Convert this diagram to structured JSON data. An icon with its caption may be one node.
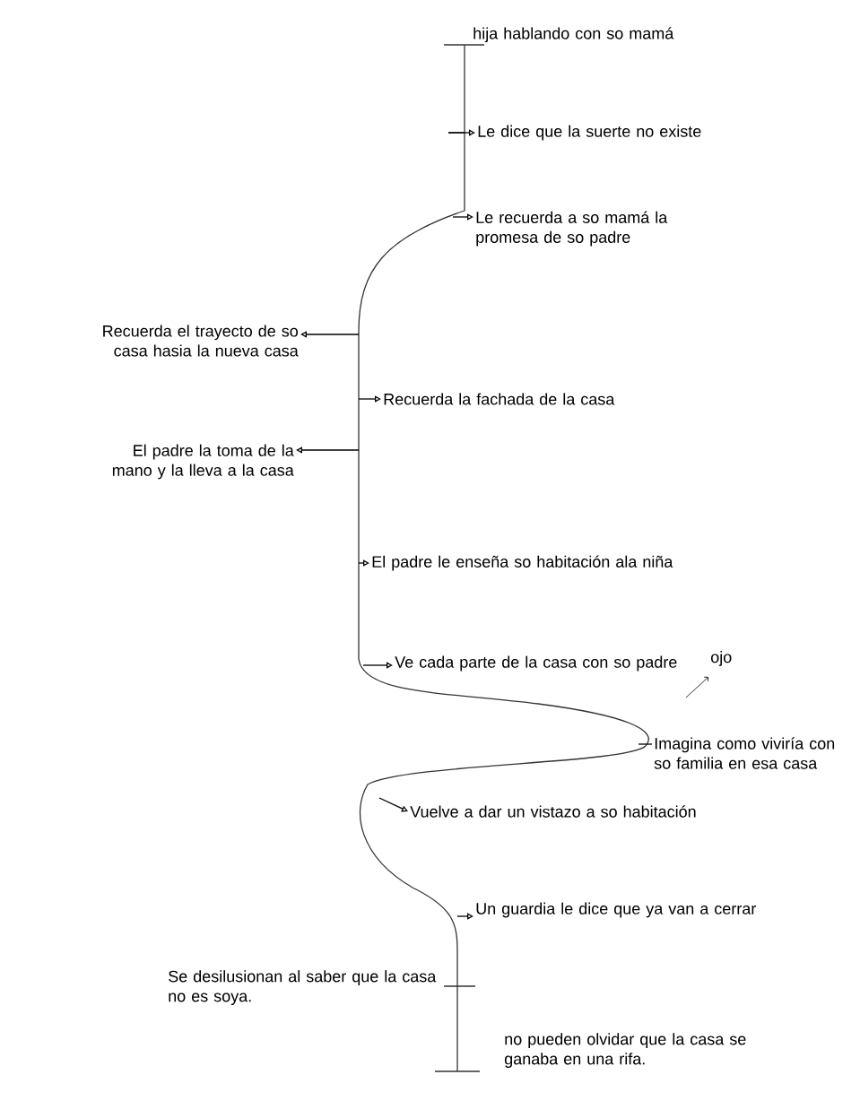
{
  "diagram": {
    "nodes": [
      {
        "text": [
          "Le dice que la suerte no existe"
        ]
      },
      {
        "text": [
          "Le recuerda a so mamá la promesa de so padre"
        ]
      },
      {
        "text": [
          "Recuerda el trayecto de so casa hasia la nueva casa"
        ]
      },
      {
        "text": [
          "Recuerda la fachada de la casa"
        ]
      },
      {
        "text": [
          "El padre la toma de la mano y la lleva a la casa"
        ]
      },
      {
        "text": [
          "El padre le enseña so habitación ala niña"
        ]
      },
      {
        "text": [
          "Ve cada parte de la casa con so padre"
        ]
      },
      {
        "text": [
          "Imagina como viviría con so familia en esa casa"
        ]
      },
      {
        "text": [
          "Vuelve a dar un vistazo a so habitación"
        ]
      },
      {
        "text": [
          "Un guardia le dice que ya van a cerrar"
        ]
      }
    ],
    "edges": [
      {
        "from": null,
        "to": 0,
        "arrow": "to"
      },
      {
        "from": null,
        "to": 1,
        "arrow": "to"
      },
      {
        "from": null,
        "to": 2,
        "arrow": "to"
      },
      {
        "from": null,
        "to": 3,
        "arrow": "to"
      },
      {
        "from": null,
        "to": 4,
        "arrow": "to"
      },
      {
        "from": null,
        "to": 5,
        "arrow": "to"
      },
      {
        "from": null,
        "to": 6,
        "arrow": "to"
      },
      {
        "from": null,
        "to": 7,
        "arrow": "none"
      },
      {
        "from": null,
        "to": 8,
        "arrow": "to"
      },
      {
        "from": null,
        "to": 9,
        "arrow": "to"
      }
    ],
    "labels": [
      "hija hablando con so mamá",
      "ojo",
      "Se desilusionan al saber que la casa no es soya.",
      "no pueden olvidar que la casa se ganaba en una rifa."
    ]
  }
}
